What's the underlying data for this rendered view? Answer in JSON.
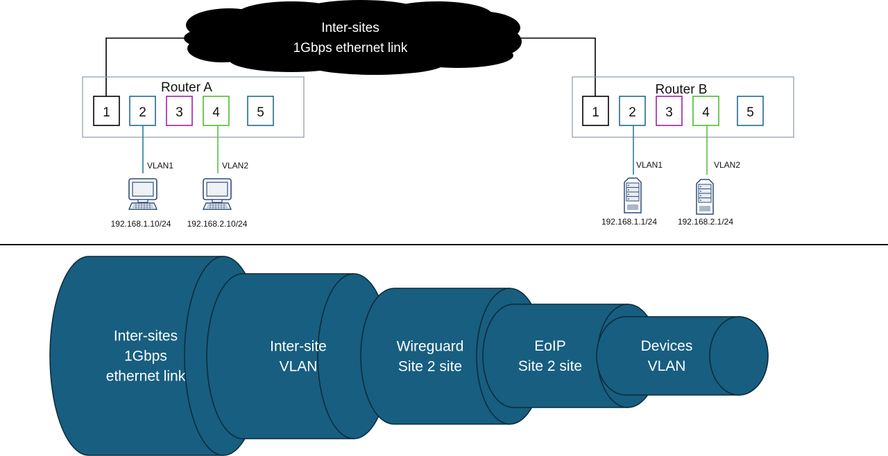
{
  "colors": {
    "cloud": "#000000",
    "port_black": "#000000",
    "port_blue": "#1f6a8c",
    "port_magenta": "#a020a8",
    "port_green": "#4cbc2c",
    "vlan1_line": "#2a7aa0",
    "vlan2_line": "#5cc040",
    "router_box": "#8a9aa8",
    "cylinder_fill": "#175e80",
    "cylinder_stroke": "#0b2a3a",
    "divider": "#111111"
  },
  "cloud": {
    "line1": "Inter-sites",
    "line2": "1Gbps ethernet link"
  },
  "routers": [
    {
      "name": "Router A",
      "ports": [
        {
          "label": "1",
          "color": "black"
        },
        {
          "label": "2",
          "color": "blue"
        },
        {
          "label": "3",
          "color": "magenta"
        },
        {
          "label": "4",
          "color": "green"
        },
        {
          "label": "5",
          "color": "blue"
        }
      ],
      "devices": [
        {
          "type": "computer-icon",
          "vlan": "VLAN1",
          "ip": "192.168.1.10/24"
        },
        {
          "type": "computer-icon",
          "vlan": "VLAN2",
          "ip": "192.168.2.10/24"
        }
      ]
    },
    {
      "name": "Router B",
      "ports": [
        {
          "label": "1",
          "color": "black"
        },
        {
          "label": "2",
          "color": "blue"
        },
        {
          "label": "3",
          "color": "magenta"
        },
        {
          "label": "4",
          "color": "green"
        },
        {
          "label": "5",
          "color": "blue"
        }
      ],
      "devices": [
        {
          "type": "server-icon",
          "vlan": "VLAN1",
          "ip": "192.168.1.1/24"
        },
        {
          "type": "server-icon",
          "vlan": "VLAN2",
          "ip": "192.168.2.1/24"
        }
      ]
    }
  ],
  "tunnel_layers": [
    {
      "lines": [
        "Inter-sites",
        "1Gbps",
        "ethernet link"
      ]
    },
    {
      "lines": [
        "Inter-site",
        "VLAN"
      ]
    },
    {
      "lines": [
        "Wireguard",
        "Site 2 site"
      ]
    },
    {
      "lines": [
        "EoIP",
        "Site 2 site"
      ]
    },
    {
      "lines": [
        "Devices",
        "VLAN"
      ]
    }
  ]
}
